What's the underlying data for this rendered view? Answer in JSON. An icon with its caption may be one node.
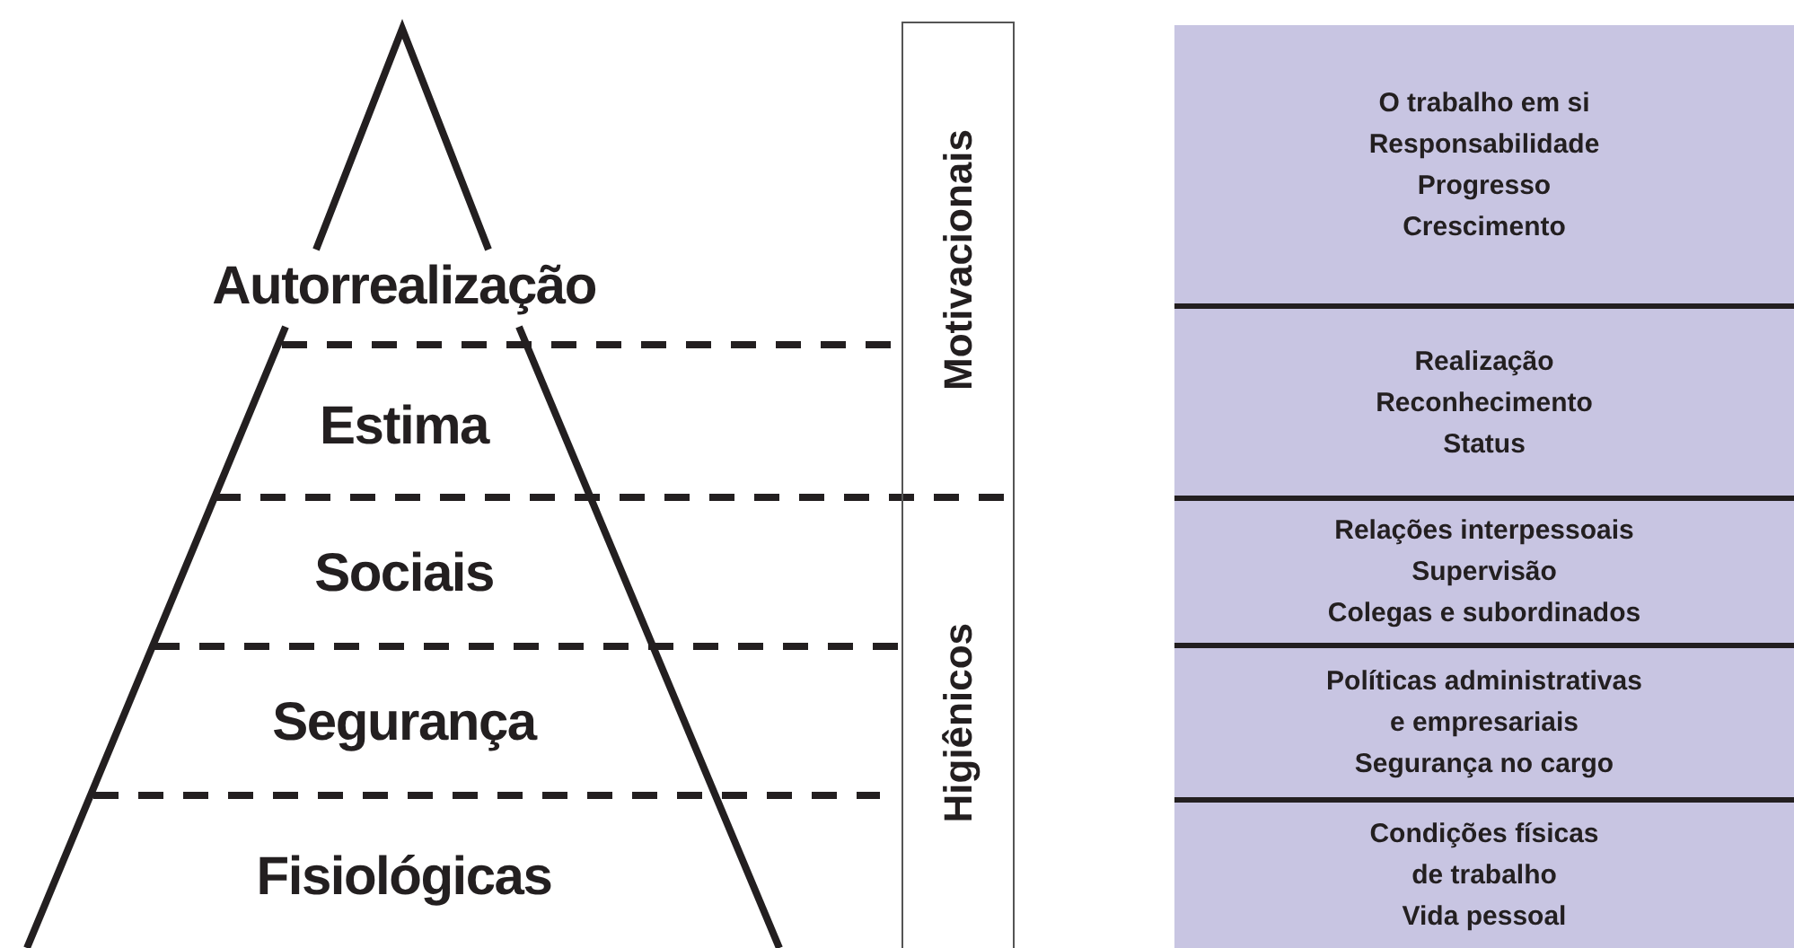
{
  "diagram": {
    "nodes": [
      {
        "text": [
          "Autorrealização"
        ]
      },
      {
        "text": [
          "Estima"
        ]
      },
      {
        "text": [
          "Sociais"
        ]
      },
      {
        "text": [
          "Segurança"
        ]
      },
      {
        "text": [
          "Fisiológicas"
        ]
      },
      {
        "text": [
          "Motivacionais"
        ]
      },
      {
        "text": [
          "Higiênicos"
        ]
      },
      {
        "text": [
          "O trabalho em si",
          "Responsabilidade",
          "Progresso",
          "Crescimento"
        ]
      },
      {
        "text": [
          "Realização",
          "Reconhecimento",
          "Status"
        ]
      },
      {
        "text": [
          "Relações interpessoais",
          "Supervisão",
          "Colegas e subordinados"
        ]
      },
      {
        "text": [
          "Políticas administrativas e empresariais",
          "Segurança no cargo"
        ]
      },
      {
        "text": [
          "Condições físicas de trabalho",
          "Vida pessoal"
        ]
      }
    ]
  }
}
